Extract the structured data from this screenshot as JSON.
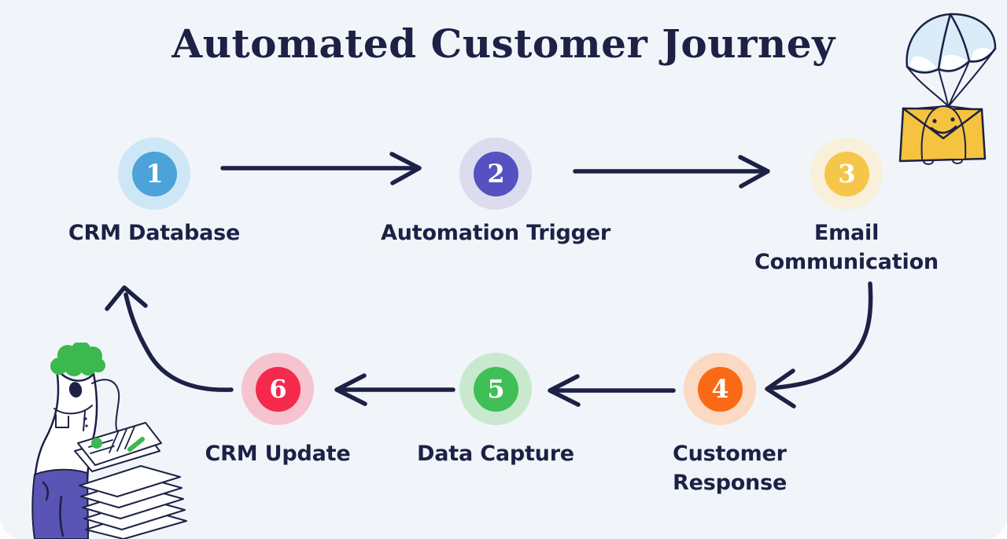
{
  "title": "Automated Customer Journey",
  "colors": {
    "page": "#ffffff",
    "bg": "#f1f5f9",
    "ink": "#1d2145",
    "number_text": "#ffffff",
    "hair_green": "#3cb94e",
    "pants_purple": "#5a54b5",
    "envelope_yellow": "#f5c33f",
    "parachute_blue": "#d9ecf8"
  },
  "steps": [
    {
      "number": "1",
      "label_line1": "CRM Database",
      "label_line2": "",
      "circle_color": "#4ba3d9",
      "halo_color": "#cee7f6"
    },
    {
      "number": "2",
      "label_line1": "Automation Trigger",
      "label_line2": "",
      "circle_color": "#5651c0",
      "halo_color": "#dcdcef"
    },
    {
      "number": "3",
      "label_line1": "Email",
      "label_line2": "Communication",
      "circle_color": "#f6c64b",
      "halo_color": "#f9f0da"
    },
    {
      "number": "4",
      "label_line1": "Customer",
      "label_line2": "Response",
      "circle_color": "#fa6a16",
      "halo_color": "#fbd9c2"
    },
    {
      "number": "5",
      "label_line1": "Data Capture",
      "label_line2": "",
      "circle_color": "#3fbf55",
      "halo_color": "#c8e9ce"
    },
    {
      "number": "6",
      "label_line1": "CRM Update",
      "label_line2": "",
      "circle_color": "#f4294c",
      "halo_color": "#f6c4cf"
    }
  ],
  "flow": {
    "sequence": [
      "CRM Database",
      "Automation Trigger",
      "Email Communication",
      "Customer Response",
      "Data Capture",
      "CRM Update"
    ],
    "cycle": true
  },
  "illustrations": {
    "top_right": "parachute delivering a smiling envelope",
    "bottom_left": "person with green hair reading a stack of documents"
  }
}
